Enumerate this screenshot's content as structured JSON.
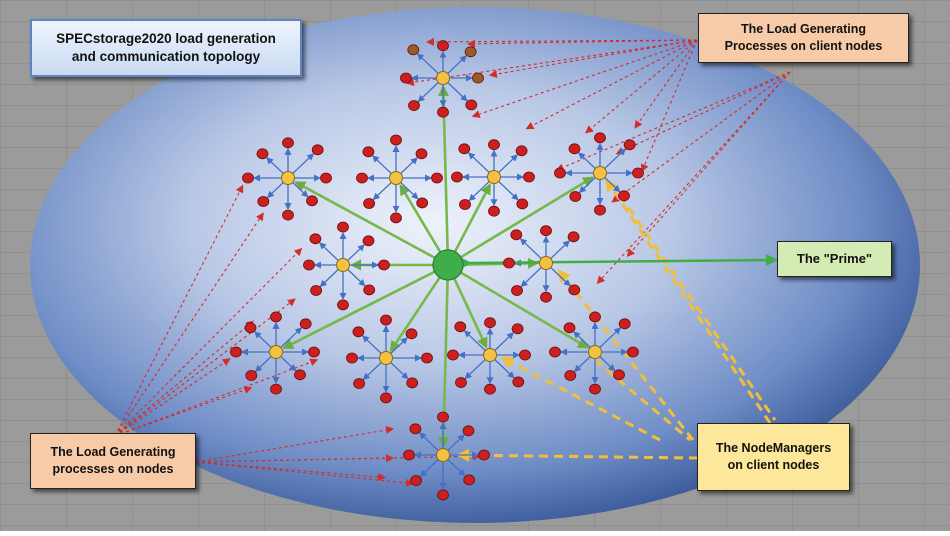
{
  "title_box": {
    "text": "SPECstorage2020 load generation\nand communication topology"
  },
  "lgp_client_box": {
    "text": "The Load Generating\nProcesses on client nodes"
  },
  "lgp_nodes_box": {
    "text": "The Load Generating\nprocesses on nodes"
  },
  "prime_box": {
    "text": "The \"Prime\""
  },
  "nodemanagers_box": {
    "text": "The NodeManagers\non client nodes"
  },
  "colors": {
    "prime": "#3fae49",
    "prime_links": "#77b84a",
    "node_manager": "#f3c242",
    "load_process": "#cc1f1f",
    "load_process_brown": "#9a5b26",
    "manager_to_process": "#4471c4",
    "callout_red": "#d42b2b",
    "callout_yellow": "#f0bf3a",
    "ocean": "#5d7db8",
    "sheet_bg": "#9a9a9a"
  }
}
